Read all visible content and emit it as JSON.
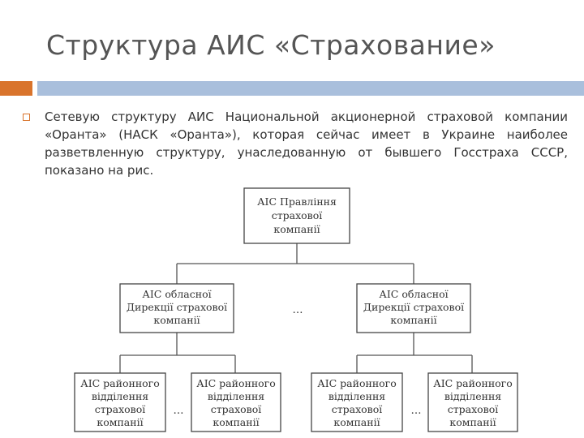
{
  "slide": {
    "title": "Структура АИС «Страхование»",
    "body": "Сетевую структуру АИС Национальной акционерной страховой компании «Оранта» (НАСК «Оранта»), которая сейчас имеет в Украине наиболее разветвленную структуру, унаследованную от бывшего Госстраха СССР, показано на рис."
  },
  "diagram": {
    "root": [
      "АІС Правління",
      "страхової",
      "компанії"
    ],
    "regional": [
      [
        "АІС обласної",
        "Дирекції страхової",
        "компанії"
      ],
      [
        "АІС обласної",
        "Дирекції страхової",
        "компанії"
      ]
    ],
    "district": [
      [
        "АІС районного",
        "відділення",
        "страхової",
        "компанії"
      ],
      [
        "АІС районного",
        "відділення",
        "страхової",
        "компанії"
      ],
      [
        "АІС районного",
        "відділення",
        "страхової",
        "компанії"
      ],
      [
        "АІС районного",
        "відділення",
        "страхової",
        "компанії"
      ]
    ],
    "ellipsis": "…"
  },
  "colors": {
    "accent_orange": "#d9742c",
    "accent_blue": "#a9bfdc"
  }
}
